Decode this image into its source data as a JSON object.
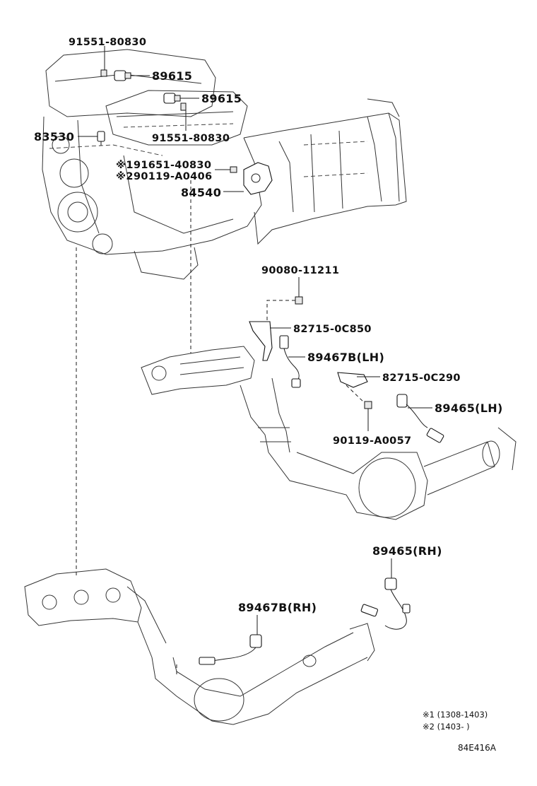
{
  "labels": {
    "p91551_top": "91551-80830",
    "p89615_top": "89615",
    "p89615_mid": "89615",
    "p91551_mid": "91551-80830",
    "p83530": "83530",
    "p91651_mark": "※1",
    "p91651": "91651-40830",
    "p90119a_mark": "※2",
    "p90119a": "90119-A0406",
    "p84540": "84540",
    "p90080": "90080-11211",
    "p82715a": "82715-0C850",
    "p89467lh": "89467B(LH)",
    "p82715b": "82715-0C290",
    "p89465lh": "89465(LH)",
    "p90119b": "90119-A0057",
    "p89465rh": "89465(RH)",
    "p89467rh": "89467B(RH)"
  },
  "notes": {
    "n1": "※1 (1308-1403)",
    "n2": "※2 (1403-        )"
  },
  "diagram_code": "84E416A",
  "colors": {
    "line": "#111111",
    "background": "#ffffff"
  }
}
